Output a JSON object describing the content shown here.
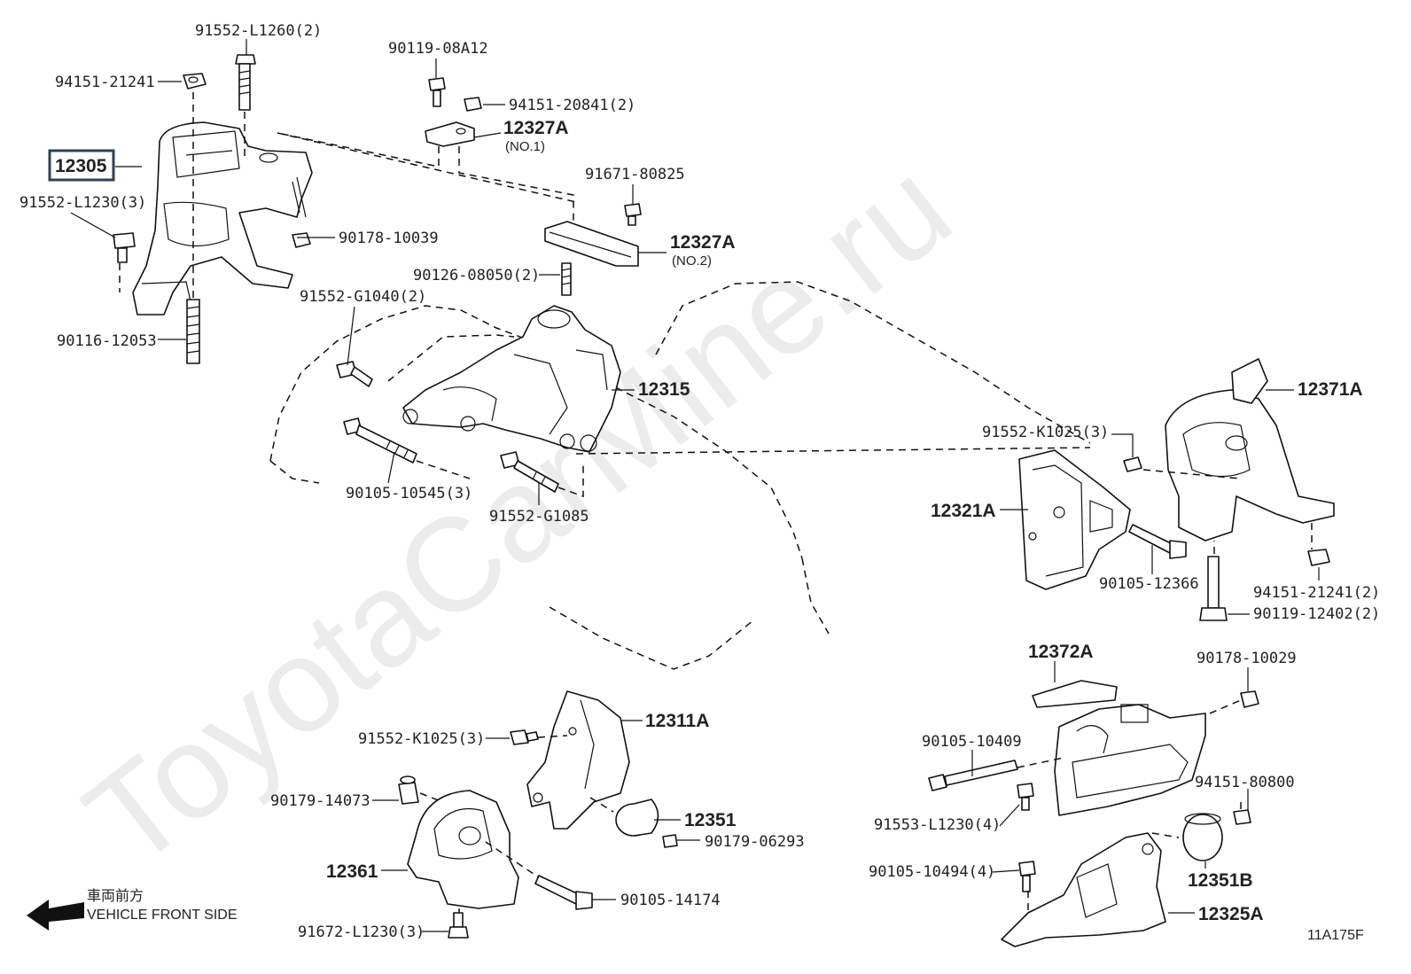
{
  "watermark": "ToyotaCarMine.ru",
  "diagram_code": "11A175F",
  "vehicle_front_jp": "車両前方",
  "vehicle_front_en": "VEHICLE FRONT SIDE",
  "parts": {
    "p12305": "12305",
    "p91552_L1260": "91552-L1260(2)",
    "p94151_21241": "94151-21241",
    "p91552_L1230": "91552-L1230(3)",
    "p90116_12053": "90116-12053",
    "p90119_08A12": "90119-08A12",
    "p94151_20841": "94151-20841(2)",
    "p12327A_1": "12327A",
    "p12327A_1_sub": "(NO.1)",
    "p91671_80825": "91671-80825",
    "p90178_10039": "90178-10039",
    "p12327A_2": "12327A",
    "p12327A_2_sub": "(NO.2)",
    "p90126_08050": "90126-08050(2)",
    "p91552_G1040": "91552-G1040(2)",
    "p12315": "12315",
    "p90105_10545": "90105-10545(3)",
    "p91552_G1085": "91552-G1085",
    "p12371A": "12371A",
    "p91552_K1025_r": "91552-K1025(3)",
    "p12321A": "12321A",
    "p90105_12366": "90105-12366",
    "p94151_21241_2": "94151-21241(2)",
    "p90119_12402": "90119-12402(2)",
    "p12372A": "12372A",
    "p90178_10029": "90178-10029",
    "p90105_10409": "90105-10409",
    "p94151_80800": "94151-80800",
    "p91553_L1230": "91553-L1230(4)",
    "p90105_10494": "90105-10494(4)",
    "p12351B": "12351B",
    "p12325A": "12325A",
    "p12311A": "12311A",
    "p91552_K1025_l": "91552-K1025(3)",
    "p90179_14073": "90179-14073",
    "p12351": "12351",
    "p90179_06293": "90179-06293",
    "p12361": "12361",
    "p90105_14174": "90105-14174",
    "p91672_L1230": "91672-L1230(3)"
  }
}
